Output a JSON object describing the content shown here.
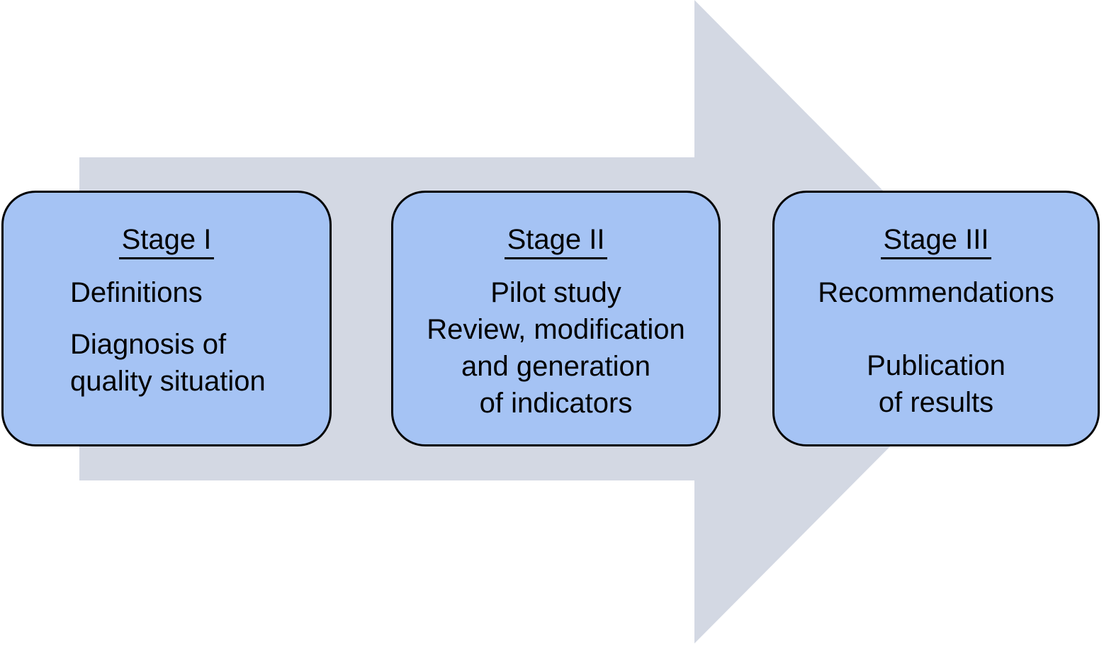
{
  "diagram": {
    "colors": {
      "background": "#ffffff",
      "arrow": "#d3d8e3",
      "box_fill": "#a5c3f4",
      "box_border": "#000000",
      "text": "#000000"
    },
    "stages": [
      {
        "title": "Stage I",
        "lines": [
          "Definitions",
          "Diagnosis of",
          "quality situation"
        ]
      },
      {
        "title": "Stage II",
        "lines": [
          "Pilot study",
          "Review, modification",
          "and generation",
          "of indicators"
        ]
      },
      {
        "title": "Stage III",
        "lines": [
          "Recommendations",
          "Publication",
          "of results"
        ]
      }
    ]
  }
}
